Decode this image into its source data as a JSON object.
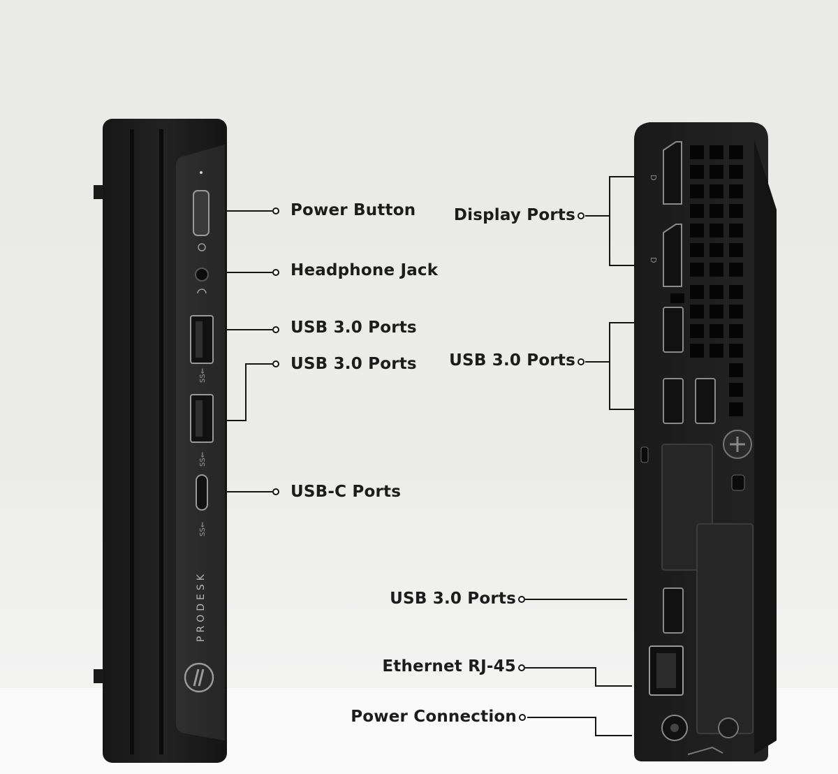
{
  "front": {
    "brand": "PRODESK",
    "callouts": {
      "power_button": "Power Button",
      "headphone_jack": "Headphone Jack",
      "usb_a_top": "USB 3.0 Ports",
      "usb_a_bottom": "USB 3.0 Ports",
      "usb_c": "USB-C Ports"
    }
  },
  "rear": {
    "callouts": {
      "display_ports": "Display Ports",
      "usb_upper": "USB 3.0 Ports",
      "usb_lower": "USB 3.0 Ports",
      "ethernet": "Ethernet RJ-45",
      "power": "Power Connection"
    }
  },
  "colors": {
    "chassis": "#1d1d1d",
    "panel": "#2b2b2b",
    "line": "#151515",
    "background": "#ebebe9"
  }
}
